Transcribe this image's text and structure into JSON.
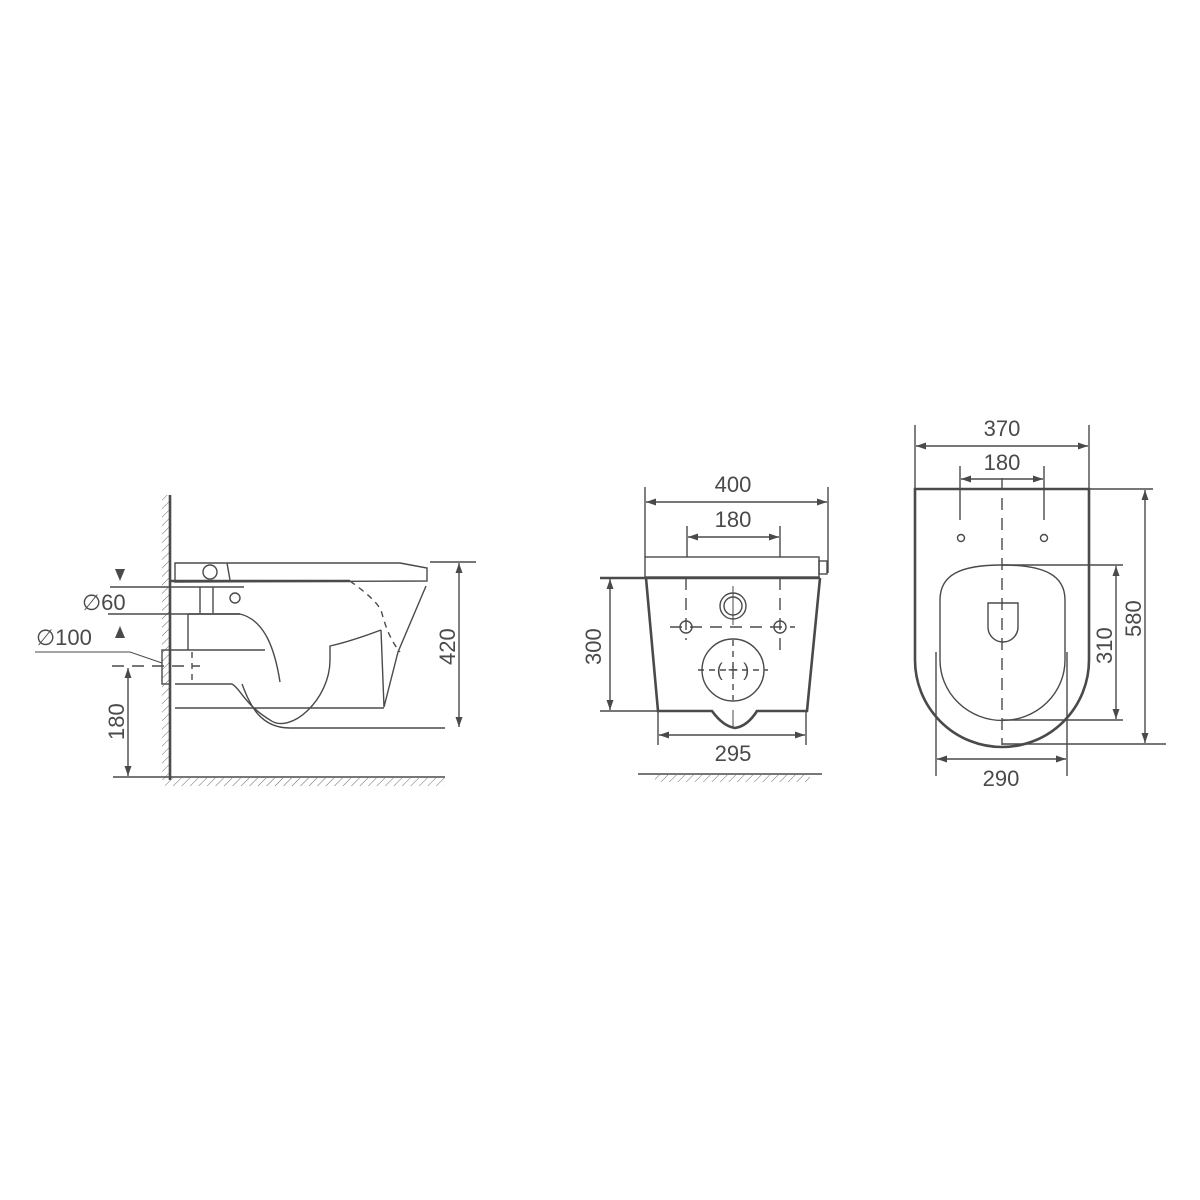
{
  "drawing": {
    "title": "Wall-hung toilet technical drawing",
    "line_color": "#4a4a4a",
    "background": "#ffffff"
  },
  "side_view": {
    "dims": {
      "outlet_diameter": "∅60",
      "inlet_diameter": "∅100",
      "height": "420",
      "outlet_height": "180"
    }
  },
  "front_view": {
    "dims": {
      "total_width": "400",
      "bolt_spacing": "180",
      "height": "300",
      "base_width": "295"
    }
  },
  "top_view": {
    "dims": {
      "total_width": "370",
      "bolt_spacing": "180",
      "seat_length": "310",
      "total_length": "580",
      "seat_width": "290"
    }
  }
}
